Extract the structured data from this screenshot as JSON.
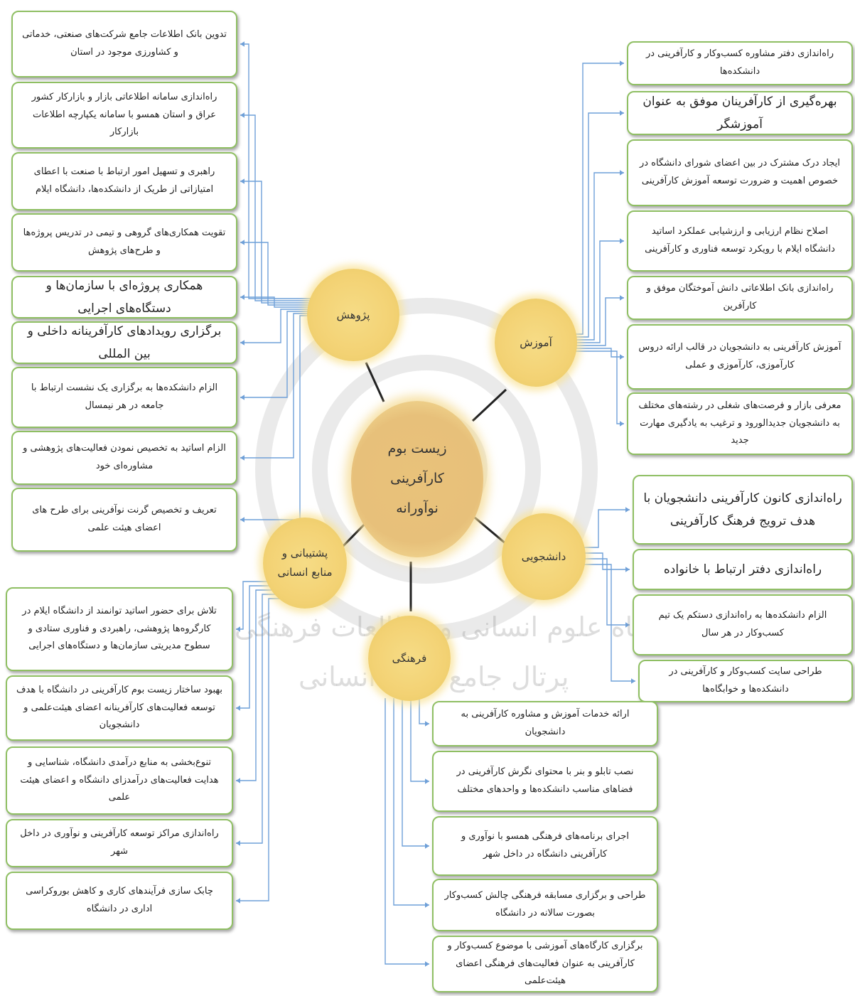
{
  "center": {
    "lines": [
      "زیست بوم",
      "کارآفرینی",
      "نوآورانه"
    ]
  },
  "nodes": {
    "research": "پژوهش",
    "education": "آموزش",
    "student": "دانشجویی",
    "cultural": "فرهنگی",
    "support": "پشتیبانی و منابع انسانی"
  },
  "research_items": [
    "تدوین بانک اطلاعات جامع شرکت‌های صنعتی، خدماتی و کشاورزی موجود در استان",
    "راه‌اندازی سامانه اطلاعاتی بازار و بازارکار کشور عراق و استان همسو با سامانه یکپارچه اطلاعات بازارکار",
    "راهبری و تسهیل امور ارتباط با صنعت با اعطای امتیازاتی از طریک از دانشکده‌ها، دانشگاه ایلام",
    "تقویت همکاری‌های گروهی و تیمی در تدریس پروژه‌ها و طرح‌های پژوهش",
    "همکاری پروژه‌ای با سازمان‌ها و دستگاه‌های اجرایی",
    "برگزاری رویدادهای کارآفرینانه داخلی و بین المللی",
    "الزام دانشکده‌ها به برگزاری یک نشست ارتباط با جامعه در هر نیمسال",
    "الزام اساتید به تخصیص نمودن فعالیت‌های پژوهشی و مشاوره‌ای خود",
    "تعریف و تخصیص گرنت نوآفرینی برای طرح های اعضای هیئت علمی"
  ],
  "education_items": [
    "راه‌اندازی دفتر مشاوره کسب‌وکار و کارآفرینی در دانشکده‌ها",
    "بهره‌گیری از کارآفرینان موفق به عنوان آموزشگر",
    "ایجاد درک مشترک در بین اعضای شورای دانشگاه در خصوص اهمیت و ضرورت توسعه آموزش کارآفرینی",
    "اصلاح نظام ارزیابی و ارزشیابی عملکرد اساتید دانشگاه ایلام با رویکرد توسعه فناوری و کارآفرینی",
    "راه‌اندازی بانک اطلاعاتی دانش آموختگان موفق و کارآفرین",
    "آموزش کارآفرینی به دانشجویان در قالب ارائه دروس کارآموزی، کارآموزی و عملی",
    "معرفی بازار و فرصت‌های شغلی در رشته‌های مختلف به دانشجویان جدیدالورود و ترغیب به یادگیری مهارت جدید"
  ],
  "student_items": [
    "راه‌اندازی کانون کارآفرینی دانشجویان با هدف ترویج فرهنگ کارآفرینی",
    "راه‌اندازی دفتر ارتباط با خانواده",
    "الزام دانشکده‌ها به راه‌اندازی دستکم یک تیم کسب‌وکار در هر سال",
    "طراحی سایت کسب‌وکار و کارآفرینی در دانشکده‌ها و خوابگاه‌ها"
  ],
  "support_items": [
    "تلاش برای حضور اساتید توانمند از دانشگاه ایلام در کارگروه‌ها پژوهشی، راهبردی و فناوری ستادی و سطوح مدیریتی سازمان‌ها و دستگاه‌های اجرایی",
    "بهبود ساختار زیست بوم کارآفرینی در دانشگاه با هدف توسعه فعالیت‌های کارآفرینانه اعضای هیئت‌علمی و دانشجویان",
    "تنوع‌بخشی به منابع درآمدی دانشگاه، شناسایی و هدایت فعالیت‌های درآمدزای دانشگاه و اعضای هیئت علمی",
    "راه‌اندازی مراکز توسعه کارآفرینی و نوآوری در داخل شهر",
    "چابک سازی فرآیندهای کاری و کاهش بوروکراسی اداری در دانشگاه"
  ],
  "cultural_items": [
    "ارائه خدمات آموزش و مشاوره کارآفرینی به دانشجویان",
    "نصب تابلو و بنر با محتوای نگرش کارآفرینی در فضاهای مناسب دانشکده‌ها و واحدهای مختلف",
    "اجرای برنامه‌های فرهنگی همسو با نوآوری و کارآفرینی دانشگاه در داخل شهر",
    "طراحی و برگزاری مسابقه فرهنگی چالش کسب‌وکار بصورت سالانه در دانشگاه",
    "برگزاری کارگاه‌های آموزشی با موضوع کسب‌وکار و کارآفرینی به عنوان فعالیت‌های فرهنگی اعضای هیئت‌علمی"
  ],
  "watermark": {
    "line1": "پژوهشگاه علوم انسانی و مطالعات فرهنگی",
    "line2": "پرتال جامع علوم انسانی"
  },
  "colors": {
    "connector": "#6fa0d8",
    "box_border": "#8fbf63",
    "node_fill": "#f3d274",
    "center_fill": "#e7c07a"
  }
}
